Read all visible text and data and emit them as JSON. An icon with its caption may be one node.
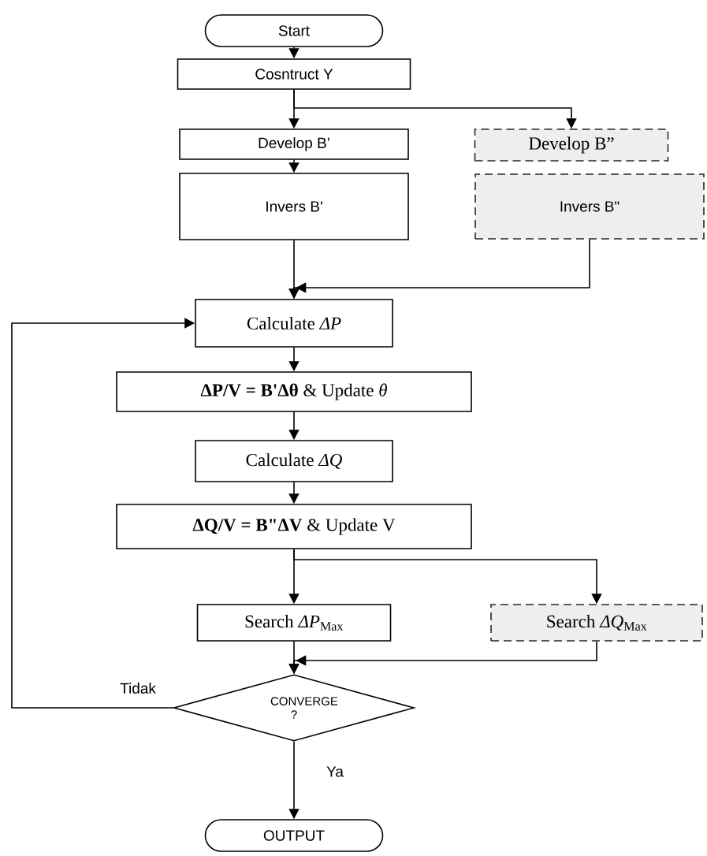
{
  "diagram": {
    "nodes": [
      {
        "text": [
          "Start"
        ]
      },
      {
        "text": [
          "Cosntruct Y"
        ]
      },
      {
        "text": [
          "Develop B’"
        ]
      },
      {
        "text": [
          "Develop B”"
        ]
      },
      {
        "text": [
          "Invers B'"
        ]
      },
      {
        "text": [
          "Invers B\""
        ]
      },
      {
        "text": [
          "Calculate *ΔP*"
        ]
      },
      {
        "text": [
          "**ΔP/V = B'Δθ** & Update *θ*"
        ]
      },
      {
        "text": [
          "Calculate *ΔQ*"
        ]
      },
      {
        "text": [
          "**ΔQ/V = B\"ΔV** & Update V"
        ]
      },
      {
        "text": [
          "Search *ΔP*$_{Max}$"
        ]
      },
      {
        "text": [
          "Search *ΔQ*$_{Max}$"
        ]
      },
      {
        "text": [
          "CONVERGE ?"
        ]
      },
      {
        "text": [
          "OUTPUT"
        ]
      }
    ],
    "edges": [
      {
        "from": 0,
        "to": 1,
        "arrow": "to"
      },
      {
        "from": 1,
        "to": 2,
        "arrow": "to"
      },
      {
        "from": 1,
        "to": 3,
        "arrow": "to"
      },
      {
        "from": 2,
        "to": 4,
        "arrow": "to"
      },
      {
        "from": 4,
        "to": 6,
        "arrow": "to"
      },
      {
        "from": 5,
        "to": 6,
        "arrow": "to"
      },
      {
        "from": 6,
        "to": 7,
        "arrow": "to"
      },
      {
        "from": 7,
        "to": 8,
        "arrow": "to"
      },
      {
        "from": 8,
        "to": 9,
        "arrow": "to"
      },
      {
        "from": 9,
        "to": 10,
        "arrow": "to"
      },
      {
        "from": 9,
        "to": 11,
        "arrow": "to"
      },
      {
        "from": 10,
        "to": 12,
        "arrow": "to"
      },
      {
        "from": 11,
        "to": 12,
        "arrow": "to"
      },
      {
        "from": 12,
        "to": 6,
        "arrow": "to",
        "label": "Tidak"
      },
      {
        "from": 12,
        "to": 13,
        "arrow": "to",
        "label": "Ya"
      }
    ]
  }
}
